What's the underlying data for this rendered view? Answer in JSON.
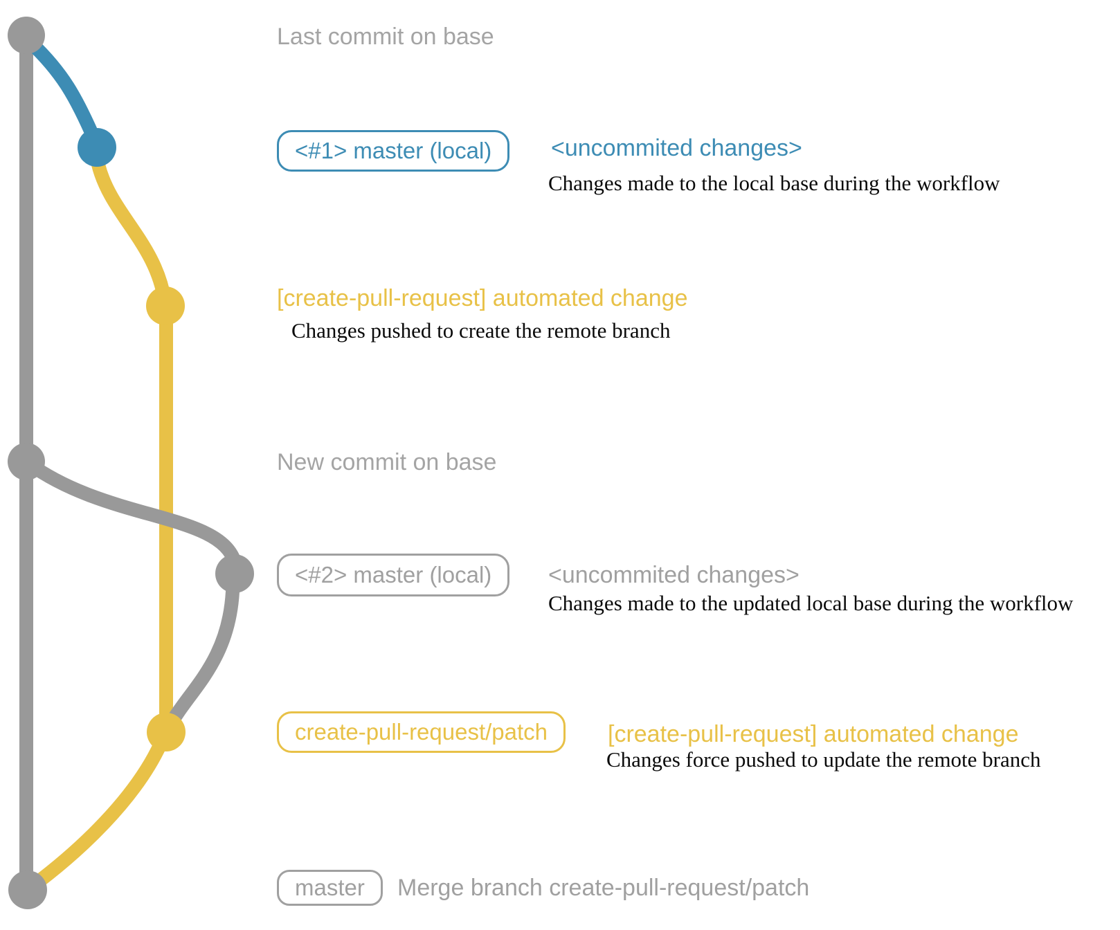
{
  "colors": {
    "base_branch": "#999999",
    "local_branch": "#3d8cb4",
    "remote_branch": "#e8c147",
    "badge_gray": "#a0a0a0",
    "heading_text": "#a4a4a4",
    "description_text": "#0a0a0a"
  },
  "annotations": {
    "last_commit": {
      "heading": "Last commit on base"
    },
    "local1": {
      "badge": "<#1> master (local)",
      "label": "<uncommited changes>",
      "description": "Changes made to the local base during the workflow"
    },
    "push1": {
      "label": "[create-pull-request] automated change",
      "description": "Changes pushed to create the remote branch"
    },
    "new_commit": {
      "heading": "New commit on base"
    },
    "local2": {
      "badge": "<#2> master (local)",
      "label": "<uncommited changes>",
      "description": "Changes made to the updated local base during the workflow"
    },
    "push2": {
      "badge": "create-pull-request/patch",
      "label": "[create-pull-request] automated change",
      "description": "Changes force pushed to update the remote branch"
    },
    "merge": {
      "badge": "master",
      "label": "Merge branch create-pull-request/patch"
    }
  }
}
